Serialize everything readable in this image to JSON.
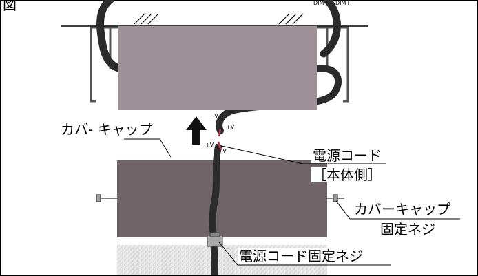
{
  "figure_label": "図",
  "colors": {
    "case_top": "#9d9097",
    "case_bottom": "#6f6367",
    "cable": "#2b2b2b",
    "arrow": "#111111",
    "line": "#000000"
  },
  "wire_labels": {
    "dim_minus": "DIM-",
    "dim_plus": "DIM+",
    "neg_v_top": "-V",
    "pos_v_top": "+V",
    "pos_v_bottom": "+V",
    "neg_v_bottom": "-V"
  },
  "callouts": {
    "cover_cap": "カバ- キャップ",
    "power_cord": "電源コード",
    "body_side": "［本体側］",
    "cover_cap_screw_1": "カバーキャップ",
    "cover_cap_screw_2": "固定ネジ",
    "cord_fixing_screw": "電源コード固定ネジ"
  }
}
